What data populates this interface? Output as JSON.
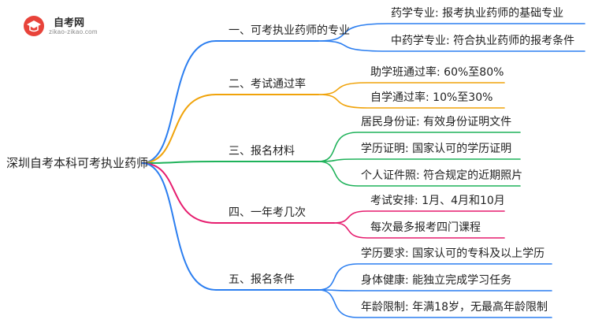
{
  "logo": {
    "name": "自考网",
    "url": "zikao-zikao.com"
  },
  "root": "深圳自考本科可考执业药师",
  "branches": [
    {
      "label": "一、可考执业药师的专业",
      "color": "#2b7ef0",
      "children": [
        "药学专业: 报考执业药师的基础专业",
        "中药学专业: 符合执业药师的报考条件"
      ]
    },
    {
      "label": "二、考试通过率",
      "color": "#f0a30a",
      "children": [
        "助学班通过率: 60%至80%",
        "自学通过率: 10%至30%"
      ]
    },
    {
      "label": "三、报名材料",
      "color": "#1fb25a",
      "children": [
        "居民身份证: 有效身份证明文件",
        "学历证明: 国家认可的学历证明",
        "个人证件照: 符合规定的近期照片"
      ]
    },
    {
      "label": "四、一年考几次",
      "color": "#e61c6e",
      "children": [
        "考试安排: 1月、4月和10月",
        "每次最多报考四门课程"
      ]
    },
    {
      "label": "五、报名条件",
      "color": "#2b7ef0",
      "children": [
        "学历要求: 国家认可的专科及以上学历",
        "身体健康: 能独立完成学习任务",
        "年龄限制: 年满18岁，无最高年龄限制"
      ]
    }
  ]
}
